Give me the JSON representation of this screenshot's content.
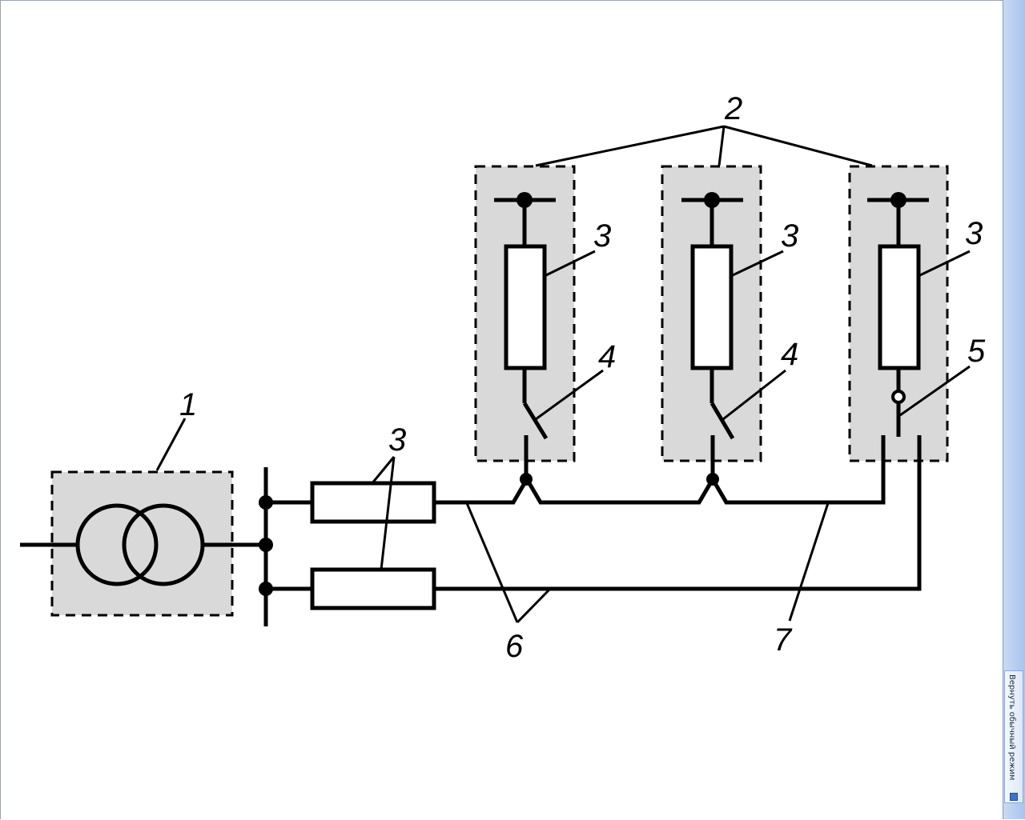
{
  "diagram": {
    "labels": {
      "transformer": "1",
      "panels": "2",
      "fuse_panel_1": "3",
      "fuse_panel_2": "3",
      "fuse_panel_3": "3",
      "line_fuses": "3",
      "switch_1": "4",
      "switch_2": "4",
      "switch_3": "5",
      "lines": "6",
      "bus": "7"
    },
    "colors": {
      "line": "#000000",
      "panel_fill": "#d9d9d9",
      "panel_border": "#000000"
    }
  },
  "side_panel": {
    "restore_label": "Вернуть обычный режим",
    "restore_icon": "restore-window-icon"
  }
}
